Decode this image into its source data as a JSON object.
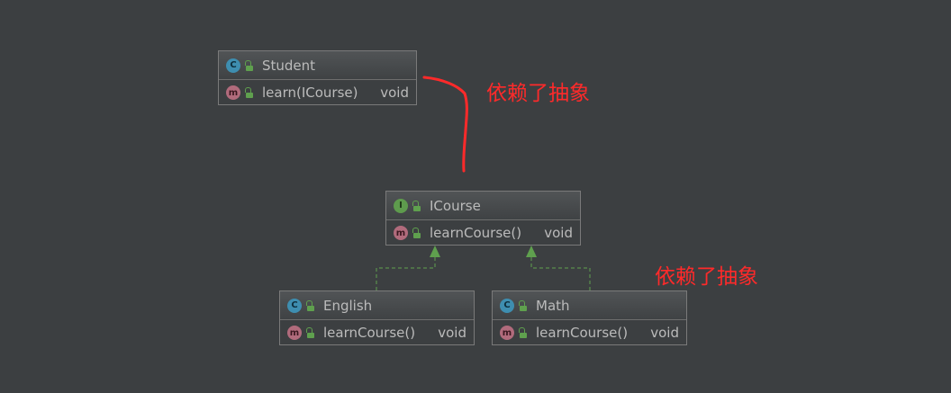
{
  "classes": {
    "student": {
      "kind": "C",
      "name": "Student",
      "method": "learn(ICourse)",
      "return_type": "void"
    },
    "icourse": {
      "kind": "I",
      "name": "ICourse",
      "method": "learnCourse()",
      "return_type": "void"
    },
    "english": {
      "kind": "C",
      "name": "English",
      "method": "learnCourse()",
      "return_type": "void"
    },
    "math": {
      "kind": "C",
      "name": "Math",
      "method": "learnCourse()",
      "return_type": "void"
    }
  },
  "method_badge": "m",
  "annotations": {
    "top": "依赖了抽象",
    "bottom": "依赖了抽象"
  },
  "colors": {
    "background": "#3c3f41",
    "annotation": "#ff2a2a",
    "implements_arrow": "#5fa04e",
    "class_badge": "#3e8eb0",
    "interface_badge": "#5e9b4d",
    "method_badge": "#b16b7c"
  }
}
